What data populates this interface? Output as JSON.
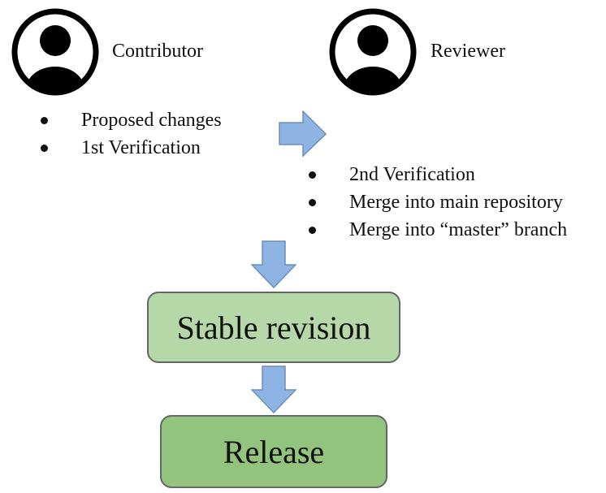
{
  "contributor": {
    "label": "Contributor",
    "icon": "user-avatar-icon",
    "items": [
      "Proposed changes",
      "1st Verification"
    ]
  },
  "reviewer": {
    "label": "Reviewer",
    "icon": "user-avatar-icon",
    "items": [
      "2nd Verification",
      "Merge into main repository",
      "Merge into “master” branch"
    ]
  },
  "stable_box": {
    "label": "Stable revision",
    "color": "#b6d7a8"
  },
  "release_box": {
    "label": "Release",
    "color": "#93c47d"
  },
  "arrow_color": "#8eb4e3"
}
